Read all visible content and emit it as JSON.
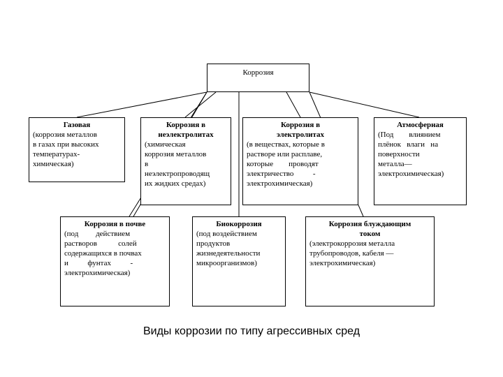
{
  "root": {
    "label": "Коррозия"
  },
  "nodes": [
    {
      "id": "gas",
      "title": [
        "Газовая"
      ],
      "body": [
        "(коррозия металлов",
        "в газах при высоких",
        "температурах-",
        "химическая)"
      ]
    },
    {
      "id": "nonelectrolyte",
      "title": [
        "Коррозия в",
        "неэлектролитах"
      ],
      "body": [
        "(химическая",
        "коррозия металлов",
        "в",
        "неэлектропроводящ",
        "их жидких средах)"
      ]
    },
    {
      "id": "electrolyte",
      "title": [
        "Коррозия в",
        "электролитах"
      ],
      "body": [
        "(в веществах, которые в",
        "растворе или расплаве,",
        "которые        проводят",
        "электричество          -",
        "электрохимическая)"
      ]
    },
    {
      "id": "atmospheric",
      "title": [
        "Атмосферная"
      ],
      "body": [
        "(Под        влиянием",
        "плёнок   влаги   на",
        "поверхности",
        "металла—",
        "электрохимическая)"
      ]
    },
    {
      "id": "soil",
      "title": [
        "Коррозия в почве"
      ],
      "body": [
        "(под         действием",
        "растворов           солей",
        "содержащихся в почвах",
        "и          фунтах          -",
        "электрохимическая)"
      ]
    },
    {
      "id": "bio",
      "title": [
        "Биокоррозия"
      ],
      "body": [
        "(под воздействием",
        "продуктов",
        "жизнедеятельности",
        "микроорганизмов)"
      ]
    },
    {
      "id": "stray",
      "title": [
        "Коррозия блуждающим",
        "током"
      ],
      "body": [
        "(электрокоррозия металла",
        "трубопроводов, кабеля —",
        "электрохимическая)"
      ]
    }
  ],
  "caption": "Виды коррозии по типу агрессивных сред"
}
